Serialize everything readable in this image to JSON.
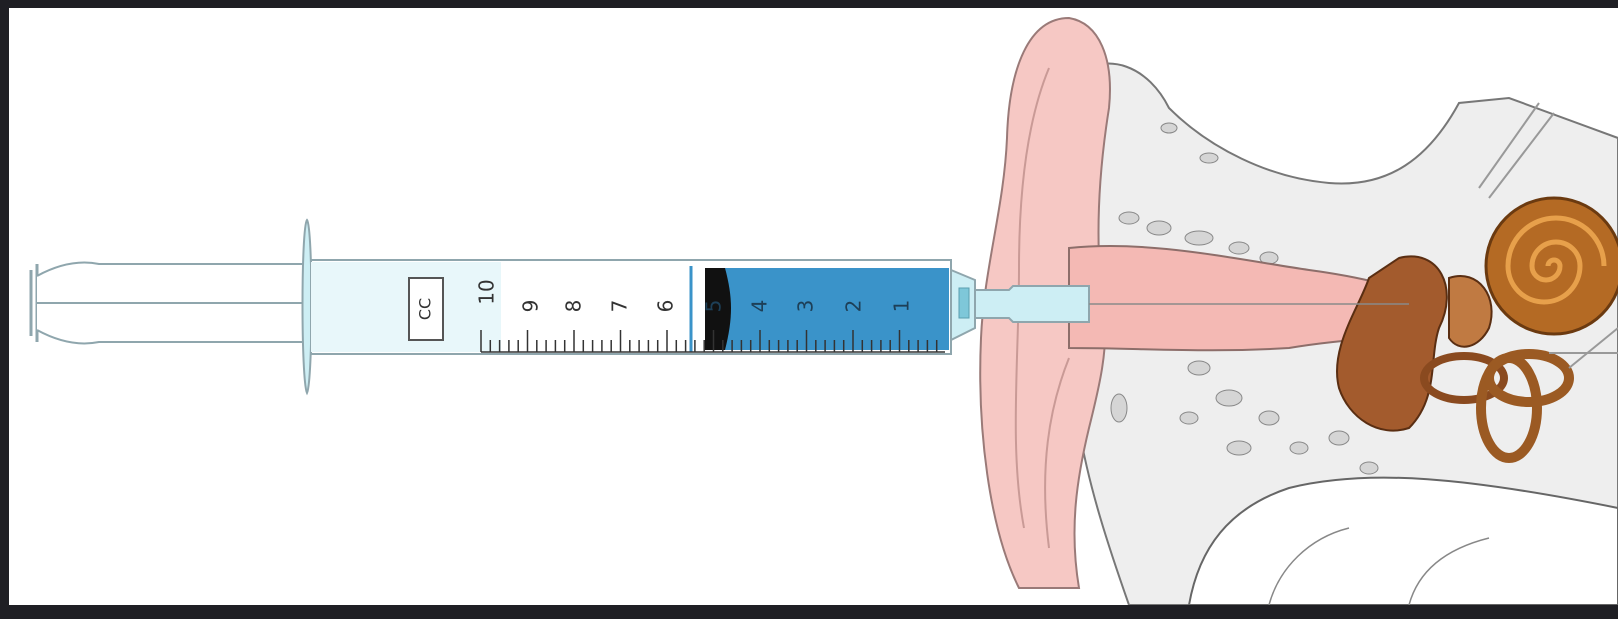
{
  "syringe": {
    "barrel_label": "CC",
    "scale_numbers": [
      "10",
      "9",
      "8",
      "7",
      "6",
      "5",
      "4",
      "3",
      "2",
      "1"
    ]
  },
  "colors": {
    "background_outer": "#1f1f24",
    "canvas": "#ffffff",
    "fluid": "#3a93c9",
    "plunger_tip": "#111111",
    "syringe_outline": "#8fa6ad",
    "syringe_tint": "#cdeef4",
    "ear_skin": "#f6c8c4",
    "ear_canal": "#f4b9b4",
    "bone": "#eeeeee",
    "ossicles": "#a35b2d",
    "cochlea": "#b46a24"
  },
  "icons": {
    "syringe": "syringe-icon",
    "ear": "ear-anatomy-icon"
  }
}
